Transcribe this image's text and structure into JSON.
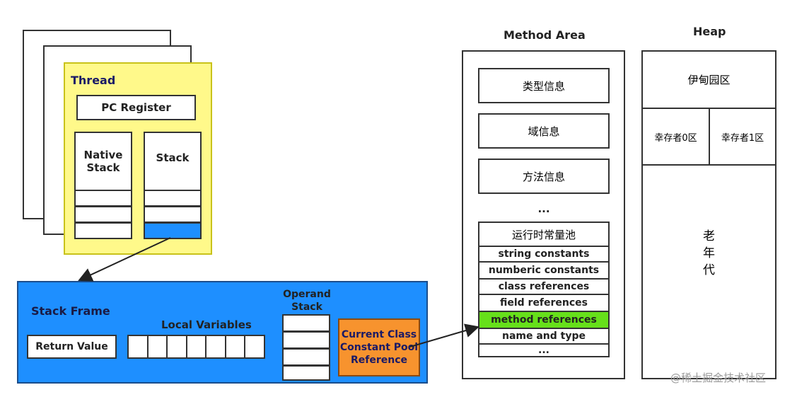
{
  "thread": {
    "title": "Thread",
    "pc_register": "PC Register",
    "native_stack": "Native\nStack",
    "stack": "Stack"
  },
  "stack_frame": {
    "title": "Stack Frame",
    "return_value": "Return Value",
    "local_variables": "Local Variables",
    "operand_stack": "Operand\nStack",
    "constant_pool_ref": "Current Class\nConstant Pool\nReference"
  },
  "method_area": {
    "title": "Method Area",
    "type_info": "类型信息",
    "field_info": "域信息",
    "method_info": "方法信息",
    "ellipsis": "...",
    "runtime_pool": {
      "title": "运行时常量池",
      "rows": [
        "string constants",
        "numberic constants",
        "class references",
        "field references",
        "method references",
        "name and type",
        "..."
      ],
      "highlight_index": 4,
      "highlight_color": "#66e01a"
    }
  },
  "heap": {
    "title": "Heap",
    "eden": "伊甸园区",
    "survivor0": "幸存者0区",
    "survivor1": "幸存者1区",
    "old_gen": "老\n年\n代"
  },
  "watermark": "@稀土掘金技术社区",
  "colors": {
    "thread_bg": "#fff98a",
    "stack_frame_bg": "#1e8fff",
    "selected_slot": "#1e8fff",
    "pool_ref_bg": "#f7932e"
  }
}
